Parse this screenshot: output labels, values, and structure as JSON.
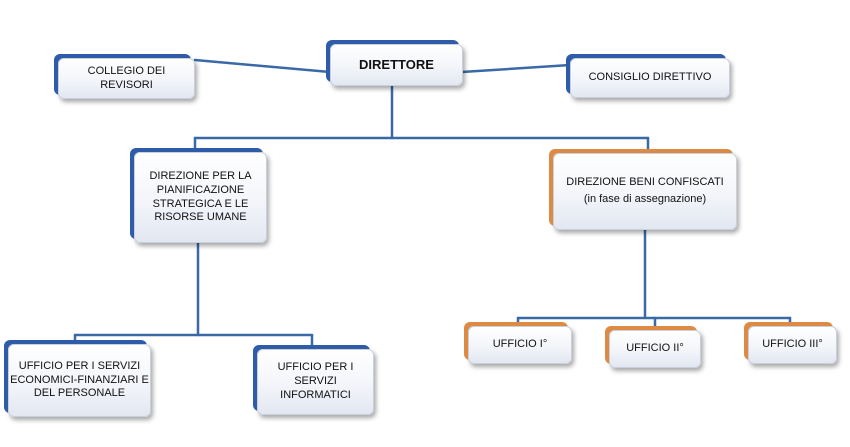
{
  "nodes": {
    "direttore": "DIRETTORE",
    "collegio_revisori": "COLLEGIO DEI\nREVISORI",
    "consiglio_direttivo": "CONSIGLIO DIRETTIVO",
    "direzione_pianificazione": "DIREZIONE PER  LA\nPIANIFICAZIONE\nSTRATEGICA E LE\nRISORSE UMANE",
    "direzione_beni_confiscati": "DIREZIONE BENI CONFISCATI",
    "direzione_beni_confiscati_note": "(in fase di assegnazione)",
    "ufficio_economici": "UFFICIO PER I SERVIZI\nECONOMICI-FINANZIARI E\nDEL PERSONALE",
    "ufficio_informatici": "UFFICIO PER I SERVIZI\nINFORMATICI",
    "ufficio_1": "UFFICIO I°",
    "ufficio_2": "UFFICIO II°",
    "ufficio_3": "UFFICIO III°"
  },
  "colors": {
    "line": "#3a6aa6",
    "accent_blue": "#2e5ca8",
    "accent_orange": "#dd8a44"
  }
}
